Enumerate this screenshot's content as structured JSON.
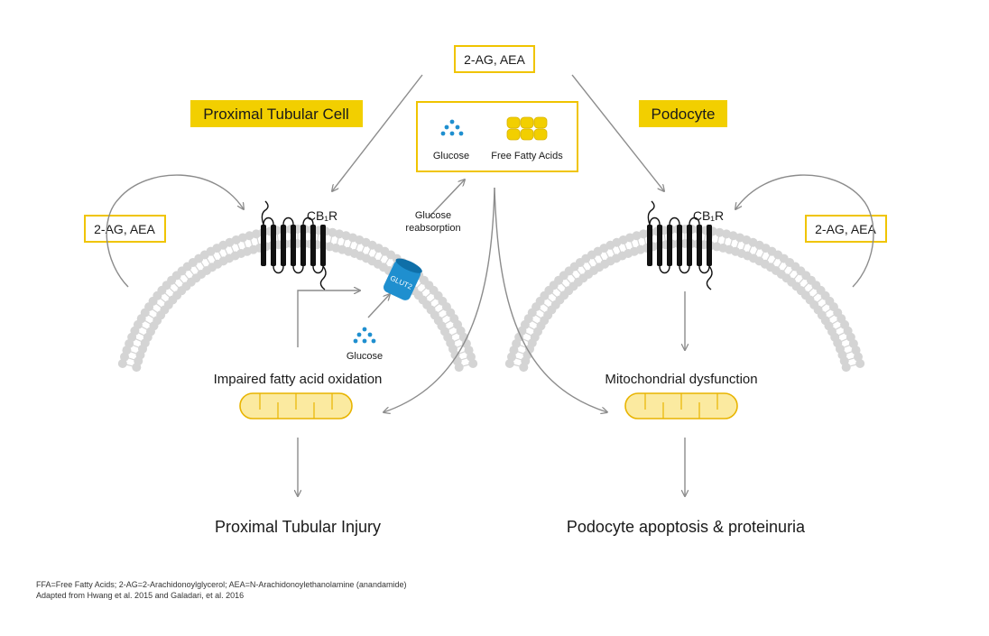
{
  "labels": {
    "ligand_top": "2-AG, AEA",
    "ligand_left": "2-AG, AEA",
    "ligand_right": "2-AG, AEA",
    "proximal_title": "Proximal Tubular Cell",
    "podocyte_title": "Podocyte",
    "glucose_key": "Glucose",
    "ffa_key": "Free Fatty Acids",
    "receptor_left": "CB₁R",
    "receptor_right": "CB₁R",
    "reabsorption_line1": "Glucose",
    "reabsorption_line2": "reabsorption",
    "glut2": "GLUT2",
    "glucose_below": "Glucose",
    "left_process": "Impaired fatty acid oxidation",
    "right_process": "Mitochondrial dysfunction",
    "left_outcome": "Proximal Tubular Injury",
    "right_outcome": "Podocyte apoptosis & proteinuria"
  },
  "footnotes": {
    "line1": "FFA=Free Fatty Acids; 2-AG=2-Arachidonoylglycerol; AEA=N-Arachidonoylethanolamine (anandamide)",
    "line2": "Adapted from Hwang et al. 2015 and Galadari, et al. 2016"
  },
  "colors": {
    "yellow": "#f2cf00",
    "glucose_blue": "#1f8fcf",
    "membrane_gray": "#d4d4d4",
    "arrow_gray": "#8c8c8c",
    "mito_fill": "#fbeaa0",
    "mito_stroke": "#e8b400"
  }
}
